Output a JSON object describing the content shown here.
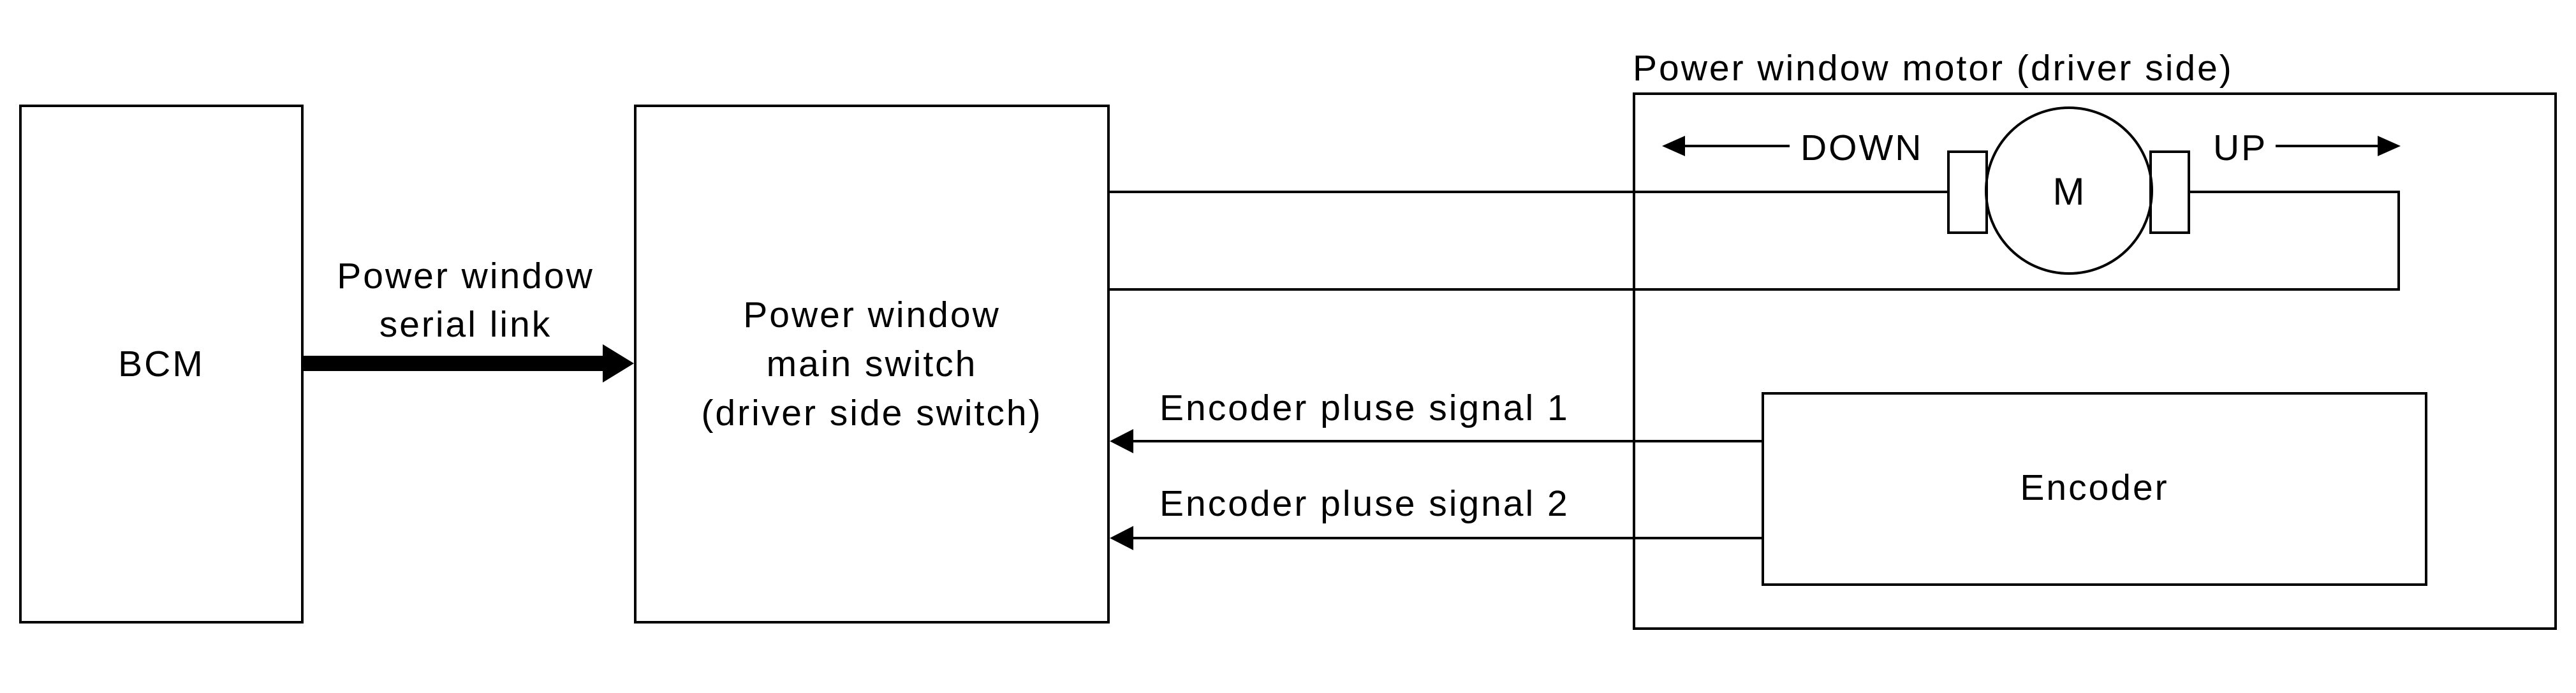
{
  "bcm": {
    "label": "BCM"
  },
  "serial_link": {
    "line1": "Power window",
    "line2": "serial link"
  },
  "main_switch": {
    "line1": "Power window",
    "line2": "main switch",
    "line3": "(driver side switch)"
  },
  "motor_group": {
    "title": "Power window motor (driver side)",
    "down_label": "DOWN",
    "up_label": "UP",
    "motor_symbol": "M"
  },
  "encoder": {
    "label": "Encoder"
  },
  "signals": {
    "signal1": "Encoder pluse signal 1",
    "signal2": "Encoder pluse signal 2"
  }
}
